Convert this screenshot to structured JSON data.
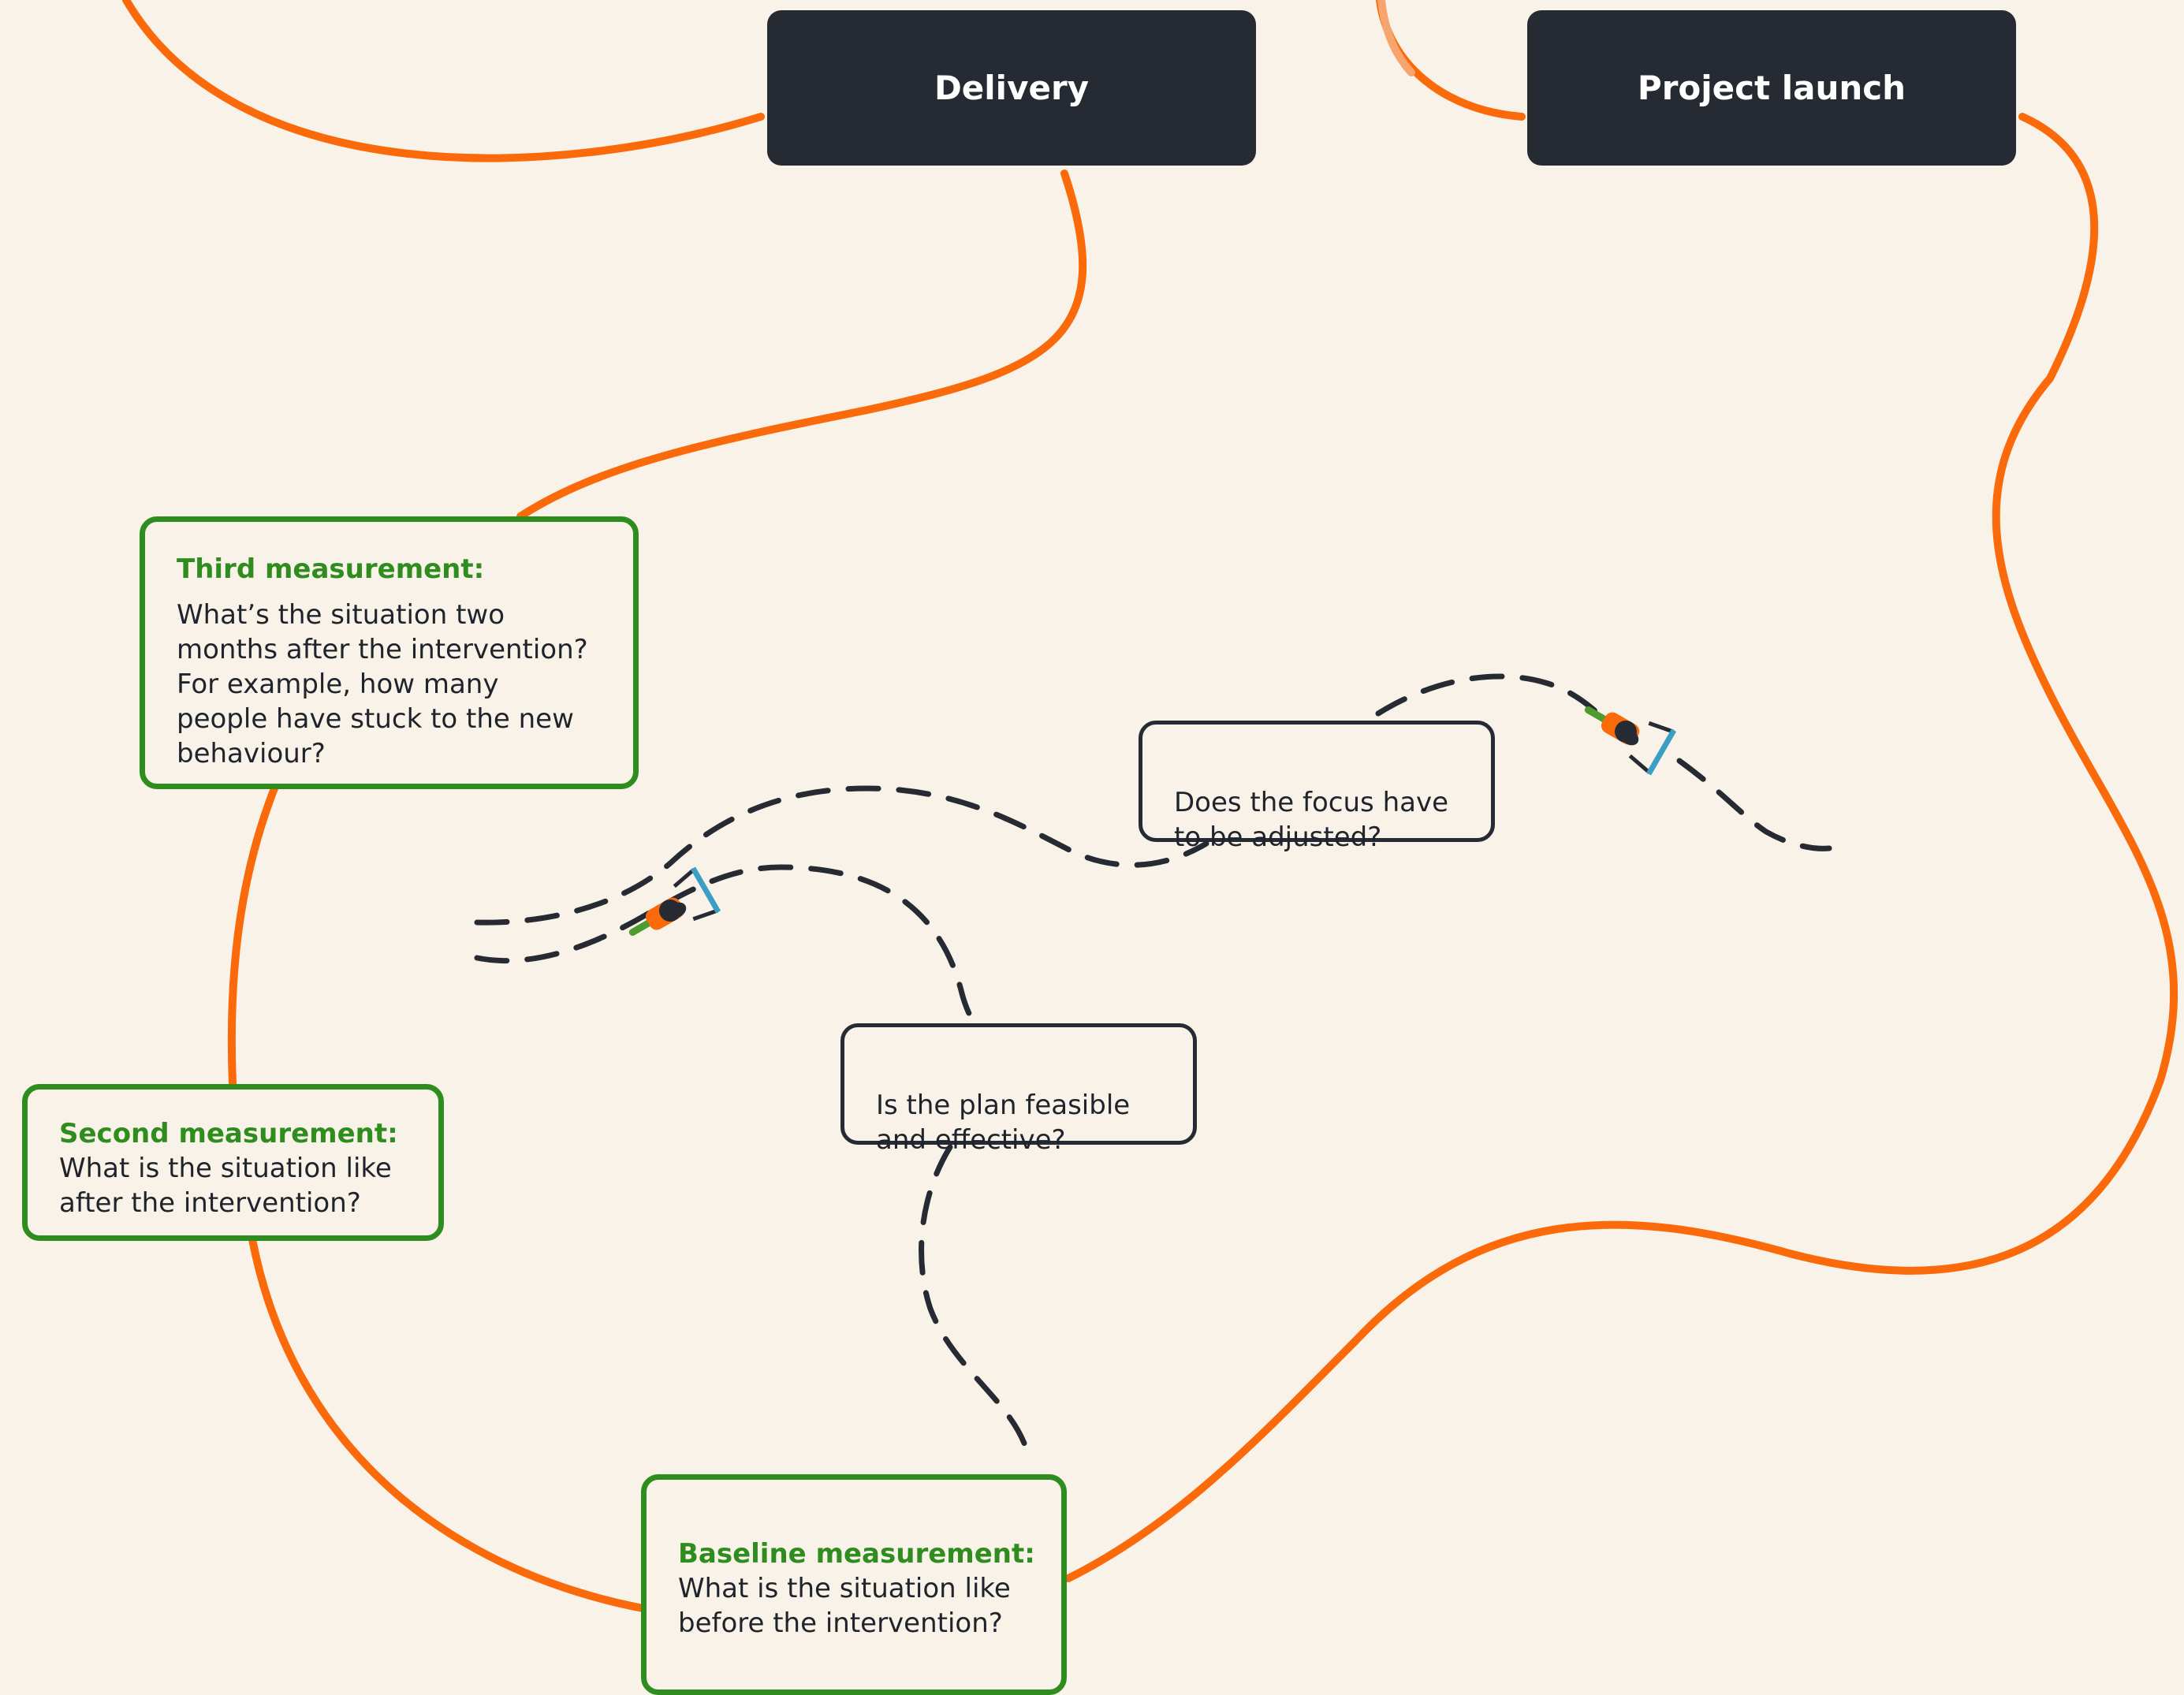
{
  "colors": {
    "background": "#f9f2e8",
    "path_orange": "#fa6a0a",
    "path_faded": "#f7a56c",
    "dark": "#252a33",
    "measure_green": "#2f8d1f",
    "accent_blue": "#3a9fc4"
  },
  "stages": {
    "delivery": "Delivery",
    "project_launch": "Project launch"
  },
  "measurements": {
    "third": {
      "title": "Third measurement:",
      "text": "What’s the situation two\nmonths after the intervention?\nFor example, how many\npeople have stuck to the new\nbehaviour?"
    },
    "second": {
      "title": "Second measurement:",
      "text": "What is the situation like\nafter the intervention?"
    },
    "baseline": {
      "title": "Baseline measurement:",
      "text": "What is the situation like\nbefore the intervention?"
    }
  },
  "questions": {
    "focus": "Does the focus have\nto be adjusted?",
    "plan": "Is the plan feasible\nand effective?"
  },
  "icons": [
    "scooter-icon",
    "scooter-icon"
  ]
}
